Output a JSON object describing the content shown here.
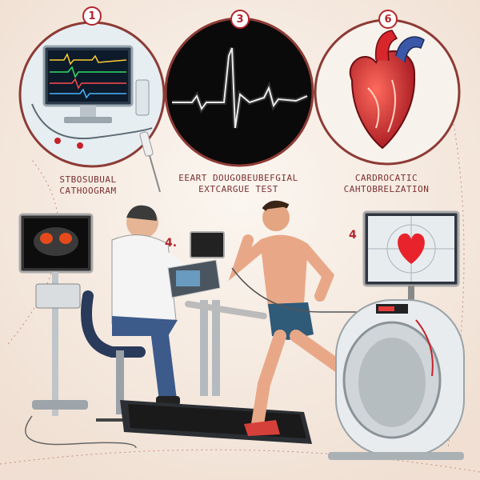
{
  "panels": [
    {
      "badge": "1",
      "caption_line1": "STBOSUBUAL",
      "caption_line2": "CATHOOGRAM"
    },
    {
      "badge": "3",
      "caption_line1": "EEART DOUGOBEUBEFGIAL",
      "caption_line2": "EXTCARGUE TEST"
    },
    {
      "badge": "6",
      "caption_line1": "CARDROCATIC",
      "caption_line2": "CAHTOBRELZATION"
    }
  ],
  "scene_labels": [
    "4.",
    "4"
  ],
  "colors": {
    "accent": "#b3262c",
    "background": "#f7efe6",
    "heart": "#c8202a"
  }
}
